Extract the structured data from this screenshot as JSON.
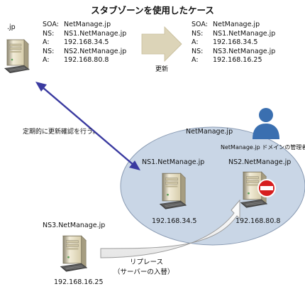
{
  "title": "スタブゾーンを使用したケース",
  "parent_zone": {
    "label": ".jp"
  },
  "before_records": [
    {
      "type": "SOA:",
      "value": "NetManage.jp"
    },
    {
      "type": "NS:",
      "value": "NS1.NetManage.jp"
    },
    {
      "type": "A:",
      "value": "192.168.34.5"
    },
    {
      "type": "NS:",
      "value": "NS2.NetManage.jp"
    },
    {
      "type": "A:",
      "value": "192.168.80.8"
    }
  ],
  "after_records": [
    {
      "type": "SOA:",
      "value": "NetManage.jp"
    },
    {
      "type": "NS:",
      "value": "NS1.NetManage.jp"
    },
    {
      "type": "A:",
      "value": "192.168.34.5"
    },
    {
      "type": "NS:",
      "value": "NS3.NetManage.jp"
    },
    {
      "type": "A:",
      "value": "192.168.16.25"
    }
  ],
  "update_label": "更新",
  "periodic_check_label": "定期的に更新確認を行う。",
  "domain": {
    "label": "NetManage.jp",
    "admin_label": "NetManage.jp ドメインの管理者"
  },
  "servers": {
    "ns1": {
      "name": "NS1.NetManage.jp",
      "ip": "192.168.34.5"
    },
    "ns2": {
      "name": "NS2.NetManage.jp",
      "ip": "192.168.80.8"
    },
    "ns3": {
      "name": "NS3.NetManage.jp",
      "ip": "192.168.16.25"
    }
  },
  "replace_label": {
    "line1": "リプレース",
    "line2": "（サーバーの入替）"
  },
  "colors": {
    "ellipse_fill": "#c9d6e6",
    "ellipse_stroke": "#8a9bb3",
    "sync_arrow": "#3a3aa0",
    "update_arrow": "#dcd4b8",
    "admin_icon": "#3a6fb0",
    "stop_sign": "#d61e1e"
  }
}
